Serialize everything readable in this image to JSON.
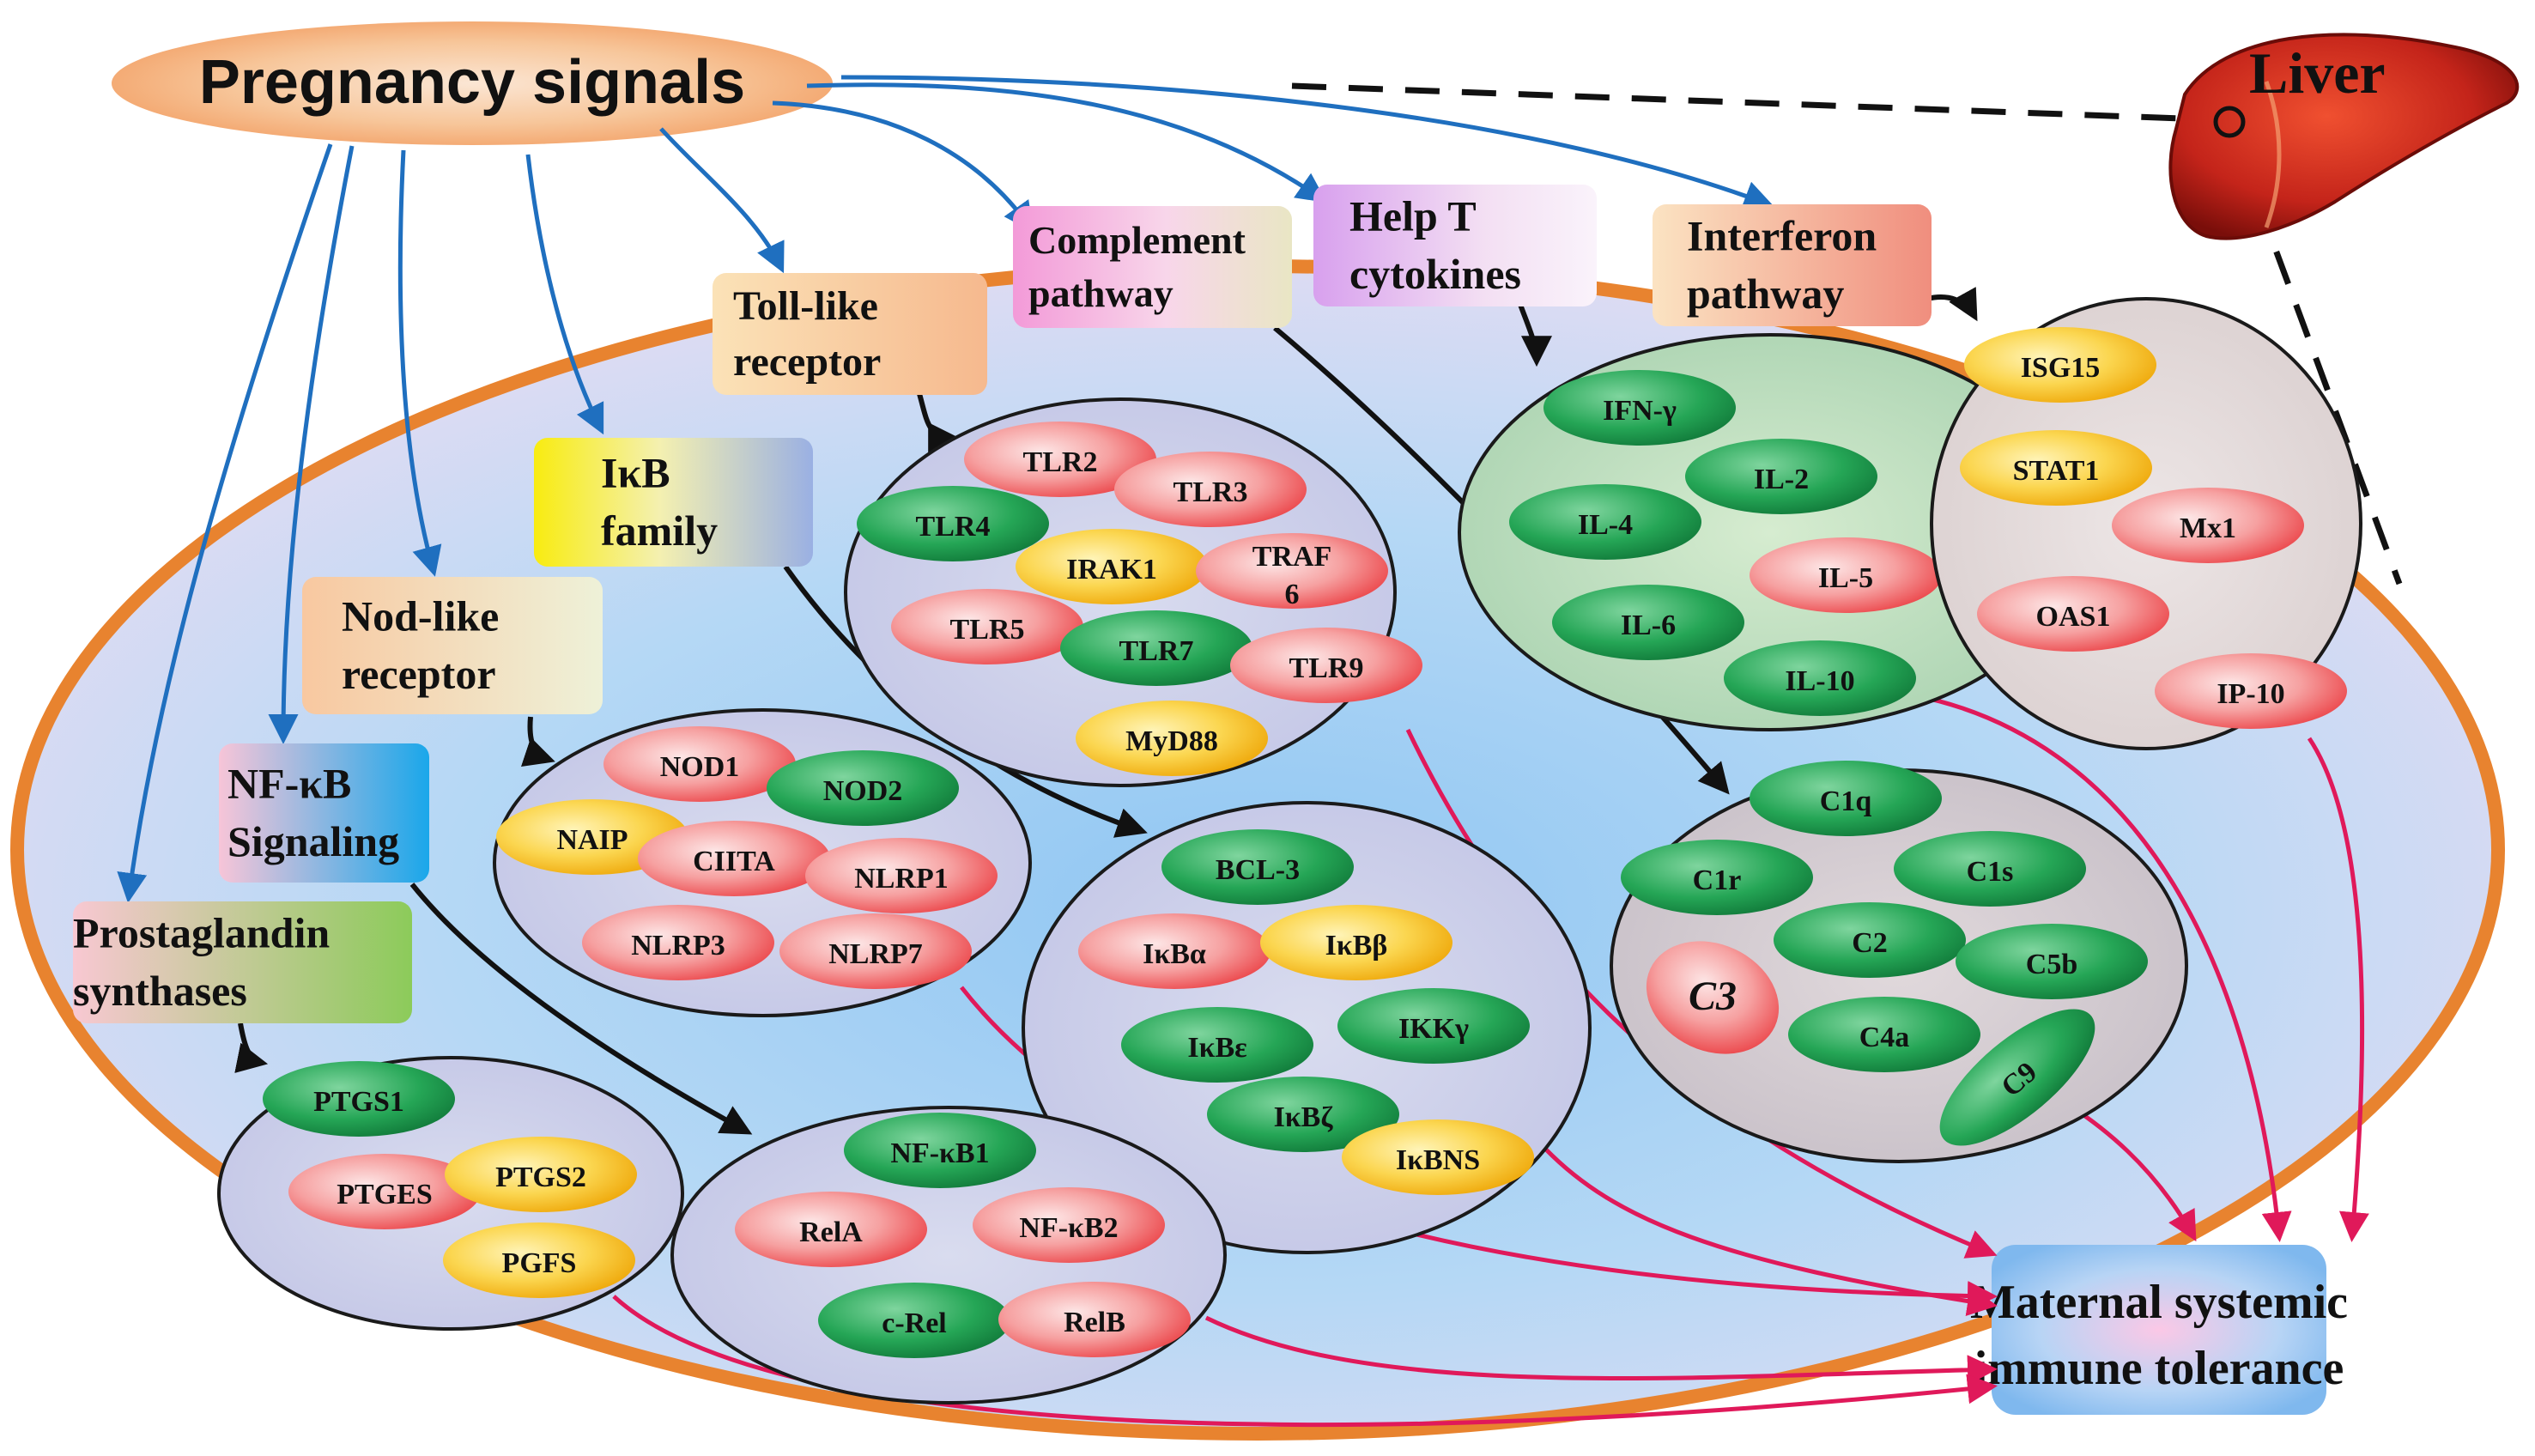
{
  "title": "Pregnancy signals",
  "liver_label": "Liver",
  "outcome": [
    "Maternal systemic",
    "immune tolerance"
  ],
  "colors": {
    "outer_ring": "#e8832f",
    "blue_arrow": "#1f6fbf",
    "black_arrow": "#111111",
    "pink_arrow": "#e0195a",
    "red_node": "#f0585a",
    "green_node": "#1f9a4e",
    "yellow_node": "#f1b90a"
  },
  "pathways": [
    {
      "id": "toll",
      "lines": [
        "Toll-like",
        "receptor"
      ]
    },
    {
      "id": "complement",
      "lines": [
        "Complement",
        "pathway"
      ]
    },
    {
      "id": "helpt",
      "lines": [
        "Help T",
        "cytokines"
      ]
    },
    {
      "id": "interferon",
      "lines": [
        "Interferon",
        "pathway"
      ]
    },
    {
      "id": "ikb",
      "lines": [
        "IκB",
        "family"
      ]
    },
    {
      "id": "nod",
      "lines": [
        "Nod-like",
        "receptor"
      ]
    },
    {
      "id": "nfkb",
      "lines": [
        "NF-κB",
        "Signaling"
      ]
    },
    {
      "id": "prost",
      "lines": [
        "Prostaglandin",
        "synthases"
      ]
    }
  ],
  "clusters": {
    "toll": [
      {
        "label": "TLR2",
        "color": "red"
      },
      {
        "label": "TLR3",
        "color": "red"
      },
      {
        "label": "TLR4",
        "color": "green"
      },
      {
        "label": "IRAK1",
        "color": "yellow"
      },
      {
        "label": "TRAF 6",
        "color": "red"
      },
      {
        "label": "TLR5",
        "color": "red"
      },
      {
        "label": "TLR7",
        "color": "green"
      },
      {
        "label": "TLR9",
        "color": "red"
      },
      {
        "label": "MyD88",
        "color": "yellow"
      }
    ],
    "helpt": [
      {
        "label": "IFN-γ",
        "color": "green"
      },
      {
        "label": "IL-2",
        "color": "green"
      },
      {
        "label": "IL-4",
        "color": "green"
      },
      {
        "label": "IL-5",
        "color": "red"
      },
      {
        "label": "IL-6",
        "color": "green"
      },
      {
        "label": "IL-10",
        "color": "green"
      }
    ],
    "interferon": [
      {
        "label": "ISG15",
        "color": "yellow"
      },
      {
        "label": "STAT1",
        "color": "yellow"
      },
      {
        "label": "Mx1",
        "color": "red"
      },
      {
        "label": "OAS1",
        "color": "red"
      },
      {
        "label": "IP-10",
        "color": "red"
      }
    ],
    "complement": [
      {
        "label": "C1q",
        "color": "green"
      },
      {
        "label": "C1r",
        "color": "green"
      },
      {
        "label": "C1s",
        "color": "green"
      },
      {
        "label": "C2",
        "color": "green"
      },
      {
        "label": "C3",
        "color": "red"
      },
      {
        "label": "C5b",
        "color": "green"
      },
      {
        "label": "C4a",
        "color": "green"
      },
      {
        "label": "C9",
        "color": "green"
      }
    ],
    "nod": [
      {
        "label": "NOD1",
        "color": "red"
      },
      {
        "label": "NOD2",
        "color": "green"
      },
      {
        "label": "NAIP",
        "color": "yellow"
      },
      {
        "label": "CIITA",
        "color": "red"
      },
      {
        "label": "NLRP1",
        "color": "red"
      },
      {
        "label": "NLRP3",
        "color": "red"
      },
      {
        "label": "NLRP7",
        "color": "red"
      }
    ],
    "ikb": [
      {
        "label": "BCL-3",
        "color": "green"
      },
      {
        "label": "IκBα",
        "color": "red"
      },
      {
        "label": "IκBβ",
        "color": "yellow"
      },
      {
        "label": "IκBε",
        "color": "green"
      },
      {
        "label": "IKKγ",
        "color": "green"
      },
      {
        "label": "IκBζ",
        "color": "green"
      },
      {
        "label": "IκBNS",
        "color": "yellow"
      }
    ],
    "prost": [
      {
        "label": "PTGS1",
        "color": "green"
      },
      {
        "label": "PTGES",
        "color": "red"
      },
      {
        "label": "PTGS2",
        "color": "yellow"
      },
      {
        "label": "PGFS",
        "color": "yellow"
      }
    ],
    "nfkb": [
      {
        "label": "NF-κB1",
        "color": "green"
      },
      {
        "label": "RelA",
        "color": "red"
      },
      {
        "label": "NF-κB2",
        "color": "red"
      },
      {
        "label": "c-Rel",
        "color": "green"
      },
      {
        "label": "RelB",
        "color": "red"
      }
    ]
  }
}
